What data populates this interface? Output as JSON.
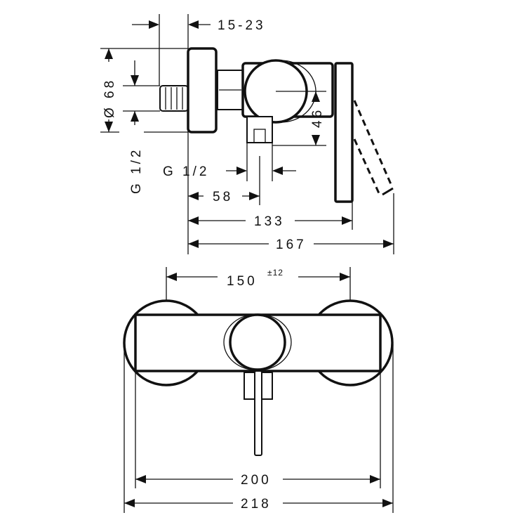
{
  "side_view": {
    "dim_wall_distance": "15-23",
    "dim_diameter": "Ø 68",
    "dim_inlet_thread": "G 1/2",
    "dim_height_outlet": "46",
    "dim_outlet_thread": "G 1/2",
    "dim_outlet_offset": "58",
    "dim_depth_handle": "133",
    "dim_depth_total": "167"
  },
  "front_view": {
    "dim_center_distance": "150",
    "dim_center_tolerance": "±12",
    "dim_body_width": "200",
    "dim_total_width": "218"
  }
}
